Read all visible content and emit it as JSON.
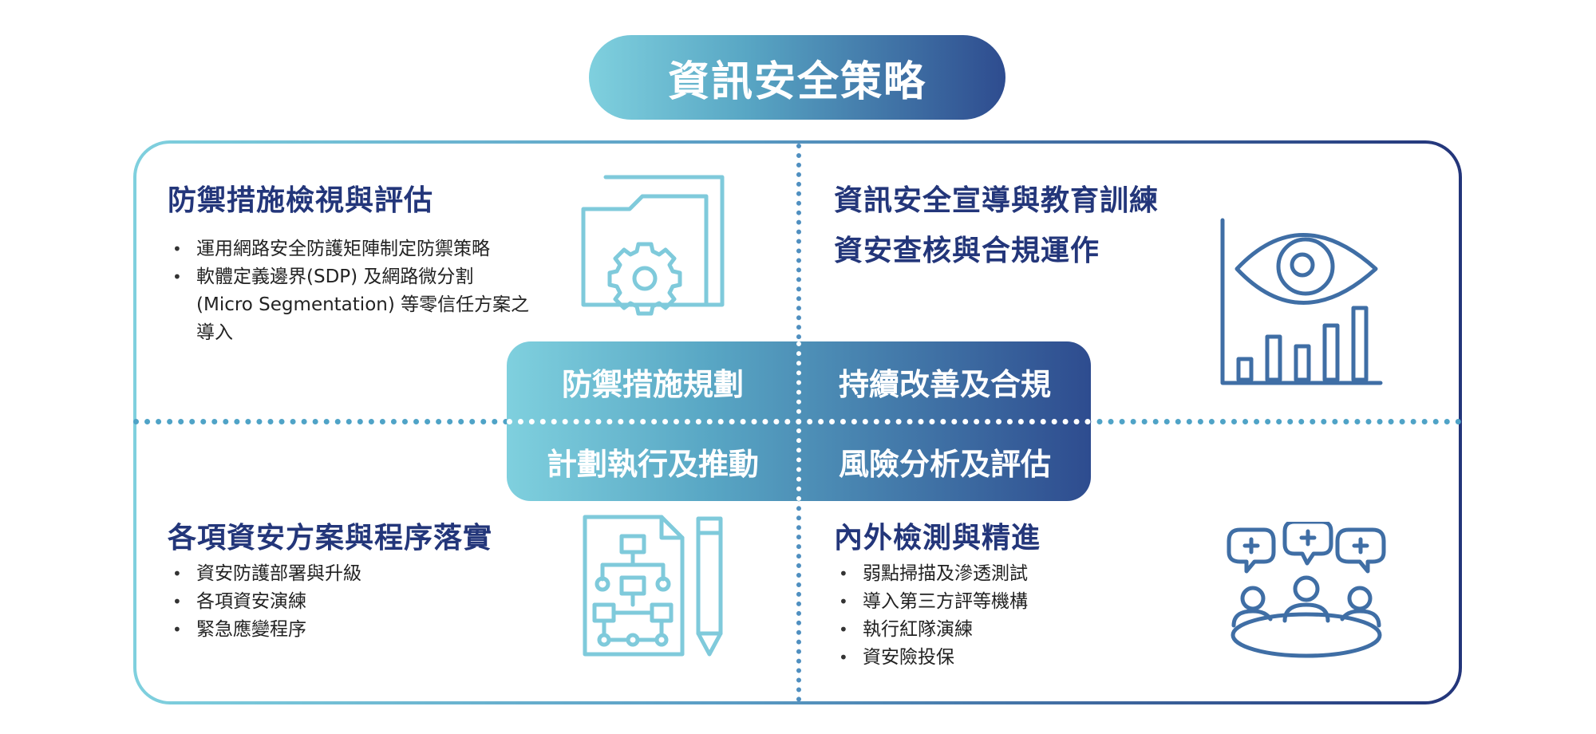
{
  "title": "資訊安全策略",
  "center": {
    "top_left": "防禦措施規劃",
    "top_right": "持續改善及合規",
    "bottom_left": "計劃執行及推動",
    "bottom_right": "風險分析及評估"
  },
  "quadrants": {
    "top_left": {
      "title": "防禦措施檢視與評估",
      "items": [
        "運用網路安全防護矩陣制定防禦策略",
        "軟體定義邊界(SDP) 及網路微分割 (Micro Segmentation) 等零信任方案之導入"
      ],
      "icon": "folder-gear-icon"
    },
    "top_right": {
      "title_line1": "資訊安全宣導與教育訓練",
      "title_line2": "資安查核與合規運作",
      "icon": "eye-chart-icon"
    },
    "bottom_left": {
      "title": "各項資安方案與程序落實",
      "items": [
        "資安防護部署與升級",
        "各項資安演練",
        "緊急應變程序"
      ],
      "icon": "flowchart-pencil-icon"
    },
    "bottom_right": {
      "title": "內外檢測與精進",
      "items": [
        "弱點掃描及滲透測試",
        "導入第三方評等機構",
        "執行紅隊演練",
        "資安險投保"
      ],
      "icon": "meeting-discussion-icon"
    }
  },
  "colors": {
    "navy": "#23367a",
    "light_blue": "#7fd0de",
    "mid_blue": "#4d8fc0",
    "dark_blue": "#2e4c8f"
  }
}
